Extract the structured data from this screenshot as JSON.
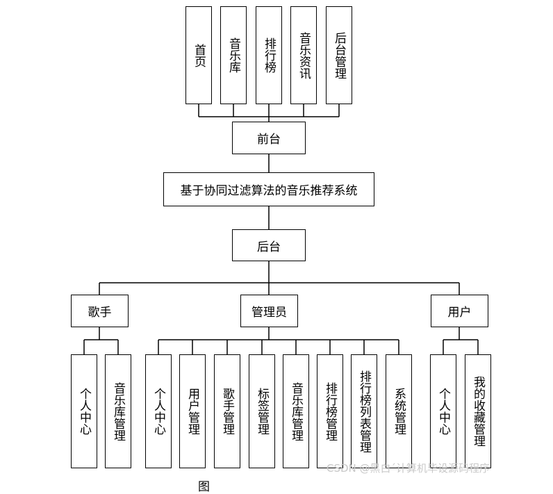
{
  "front": {
    "pages": [
      "首页",
      "音乐库",
      "排行榜",
      "音乐资讯",
      "后台管理"
    ],
    "label": "前台"
  },
  "system": {
    "title": "基于协同过滤算法的音乐推荐系统"
  },
  "back": {
    "label": "后台"
  },
  "roles": {
    "singer": {
      "label": "歌手",
      "items": [
        "个人中心",
        "音乐库管理"
      ]
    },
    "admin": {
      "label": "管理员",
      "items": [
        "个人中心",
        "用户管理",
        "歌手管理",
        "标签管理",
        "音乐库管理",
        "排行榜管理",
        "排行榜列表管理",
        "系统管理"
      ]
    },
    "user": {
      "label": "用户",
      "items": [
        "个人中心",
        "我的收藏管理"
      ]
    }
  },
  "watermark": "CSDN @黑白´计算机毕设源码程序",
  "caption": "图"
}
